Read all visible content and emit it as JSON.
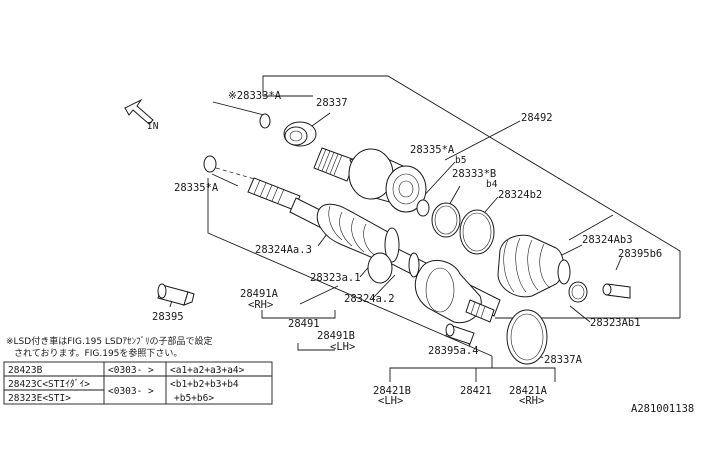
{
  "diagram_code": "A281001138",
  "direction_label": "IN",
  "part_labels": {
    "p28333a": "※28333*A",
    "p28337": "28337",
    "p28492": "28492",
    "p28335a_top": "28335*A",
    "b5": "b5",
    "p28333b": "28333*B",
    "b4": "b4",
    "p28324b2": "28324b2",
    "p28335a_left": "28335*A",
    "p28324a3": "28324Aa.3",
    "p28324ab3": "28324Ab3",
    "p28395b6": "28395b6",
    "p28323a1": "28323a.1",
    "p28324a2": "28324a.2",
    "p28491a": "28491A",
    "rh1": "<RH>",
    "p28395": "28395",
    "p28491": "28491",
    "p28491b": "28491B",
    "lh1": "<LH>",
    "p28323ab1": "28323Ab1",
    "p28395a4": "28395a.4",
    "p28337a": "28337A",
    "p28421b": "28421B",
    "lh2": "<LH>",
    "p28421": "28421",
    "p28421a": "28421A",
    "rh2": "<RH>"
  },
  "footnote": {
    "line1": "※LSD付き車はFIG.195 LSDｱｾﾝﾌﾞﾘの子部品で設定",
    "line2": "されております。FIG.195を参照下さい。"
  },
  "table": {
    "rows": [
      {
        "part": "28423B",
        "period": "<0303-  >",
        "contents": "<a1+a2+a3+a4>"
      },
      {
        "part": "28423C<STIｲﾀﾞｲ>",
        "period": "<0303-  >",
        "contents": "<b1+b2+b3+b4"
      },
      {
        "part": "28323E<STI>",
        "period": "",
        "contents": "+b5+b6>"
      }
    ]
  }
}
